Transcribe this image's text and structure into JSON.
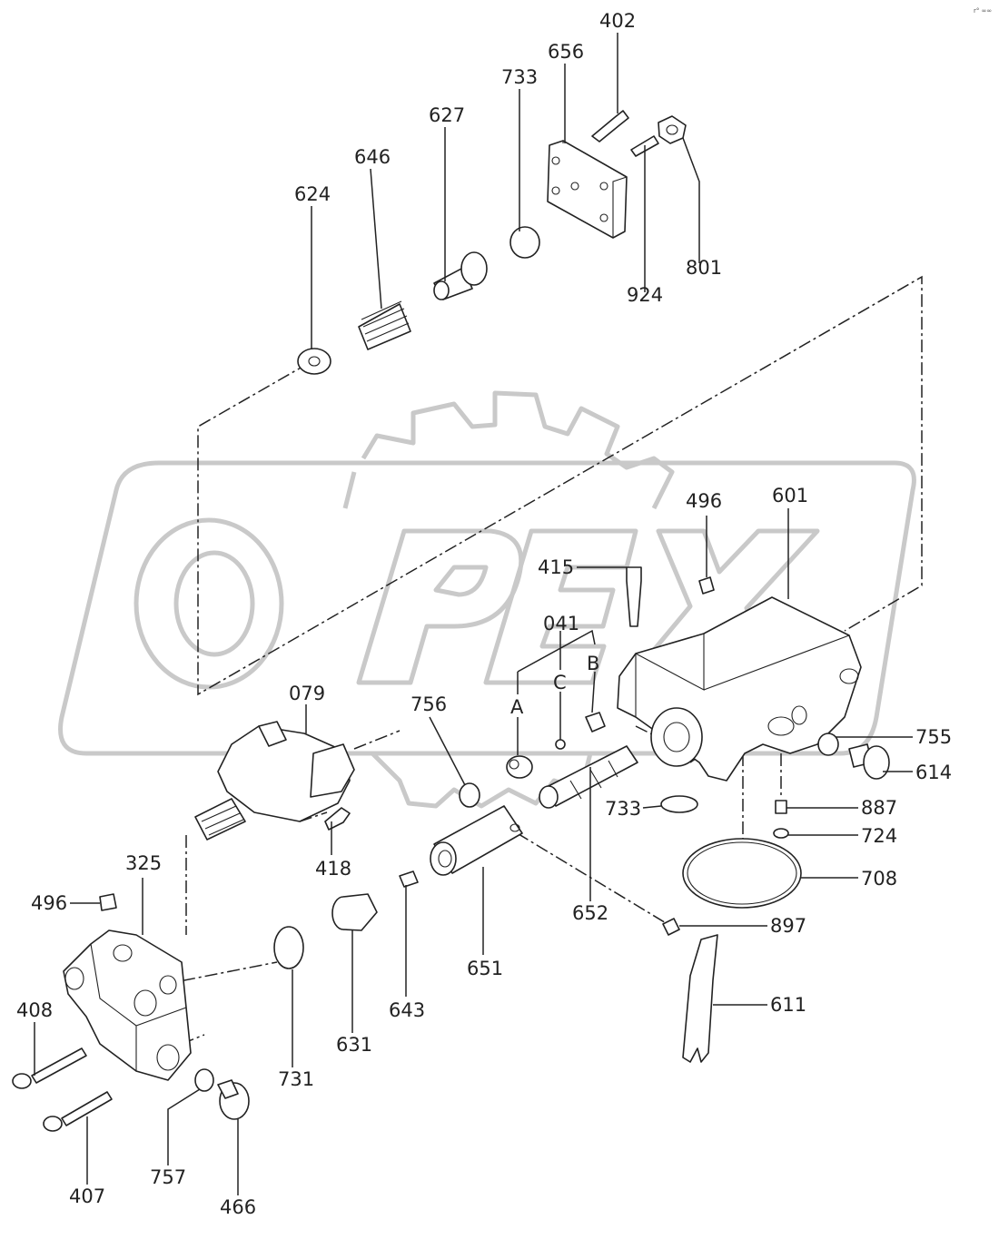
{
  "corner_mark": "r° ∞∞",
  "watermark": "OPEX",
  "parts": {
    "p402": "402",
    "p656": "656",
    "p733a": "733",
    "p627": "627",
    "p646": "646",
    "p624": "624",
    "p801": "801",
    "p924": "924",
    "p496a": "496",
    "p601": "601",
    "p415": "415",
    "p041": "041",
    "pB": "B",
    "pC": "C",
    "pA": "A",
    "p756": "756",
    "p079": "079",
    "p755": "755",
    "p614": "614",
    "p887": "887",
    "p733b": "733",
    "p724": "724",
    "p708": "708",
    "p418": "418",
    "p325": "325",
    "p496b": "496",
    "p652": "652",
    "p897": "897",
    "p651": "651",
    "p611": "611",
    "p408": "408",
    "p643": "643",
    "p631": "631",
    "p731": "731",
    "p407": "407",
    "p757": "757",
    "p466": "466"
  }
}
